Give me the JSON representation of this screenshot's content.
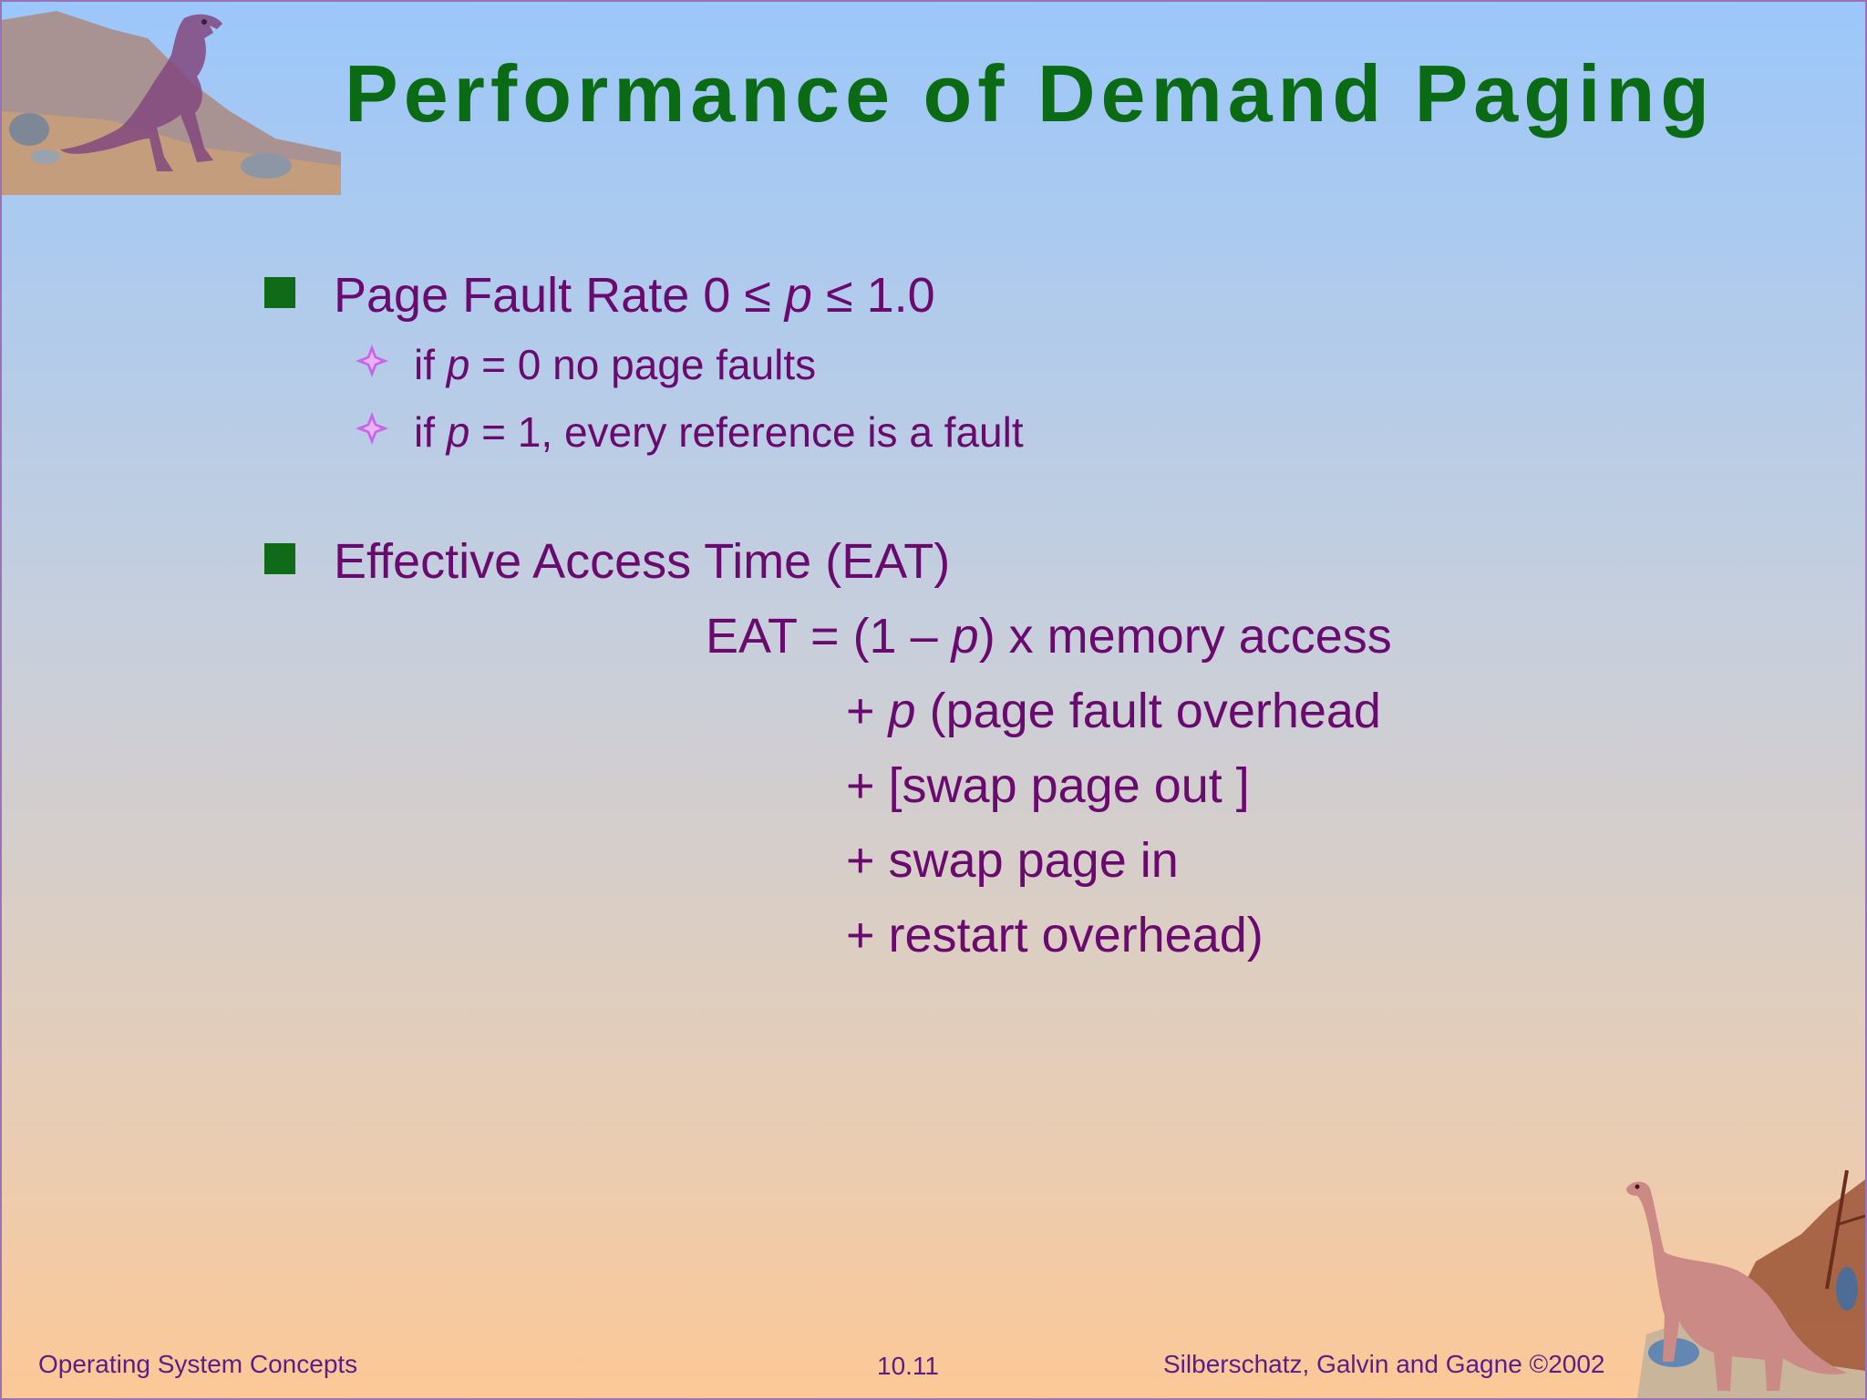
{
  "slide": {
    "title": "Performance of Demand Paging",
    "bullets": [
      {
        "prefix": "Page Fault Rate 0 ≤ ",
        "var": "p",
        "suffix": " ≤ 1.0",
        "subitems": [
          {
            "prefix": "if ",
            "var": "p",
            "suffix": " = 0 no page faults"
          },
          {
            "prefix": "if ",
            "var": "p",
            "suffix": " = 1, every reference is a fault"
          }
        ]
      },
      {
        "text": "Effective Access Time (EAT)"
      }
    ],
    "equation": {
      "line1": {
        "prefix": "EAT = (1 – ",
        "var": "p",
        "suffix": ") x memory access"
      },
      "line2": {
        "prefix": "+ ",
        "var": "p",
        "suffix": " (page fault overhead"
      },
      "line3": "+ [swap page out ]",
      "line4": "+ swap page in",
      "line5": "+ restart overhead)"
    },
    "footer": {
      "left": "Operating System Concepts",
      "center": "10.11",
      "right": "Silberschatz, Galvin and  Gagne ©2002"
    },
    "colors": {
      "title": "#0b6b14",
      "body_text": "#6a0a6e",
      "bullet_square": "#0f6b17",
      "sub_bullet_diamond": "#c766e8",
      "footer_text": "#5c1e86"
    },
    "decorations": [
      "tyrannosaurus-illustration",
      "brontosaurus-illustration"
    ]
  }
}
